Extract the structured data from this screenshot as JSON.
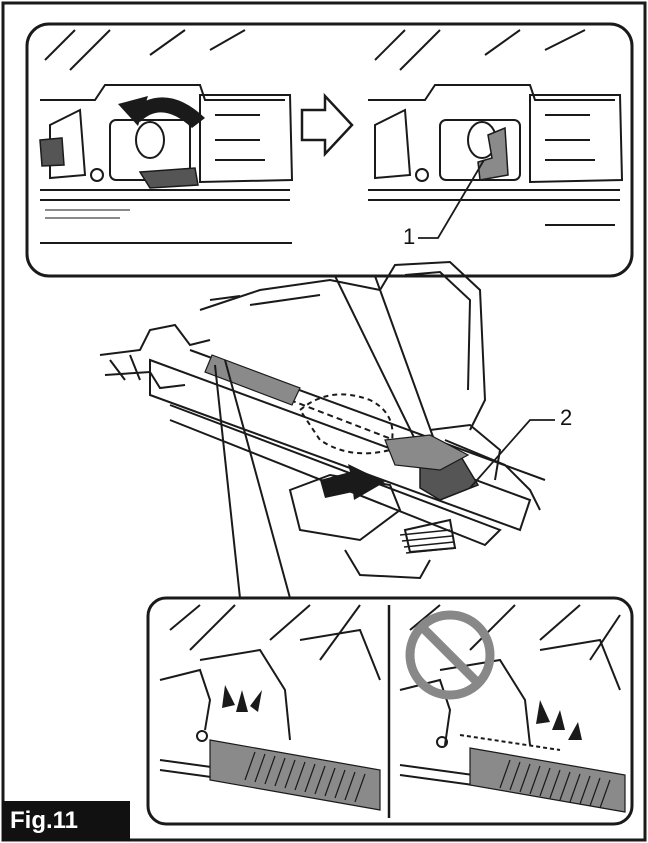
{
  "figure": {
    "label": "Fig.11",
    "callouts": [
      "1",
      "2"
    ]
  },
  "colors": {
    "line": "#1a1a1a",
    "shade": "#8a8a8a",
    "dark_shade": "#555555",
    "label_bg": "#111111",
    "label_text": "#ffffff",
    "prohibition": "#888888"
  },
  "icons": [
    "rotate-arrow-icon",
    "right-arrow-icon",
    "prohibition-icon",
    "push-arrow-icon"
  ]
}
